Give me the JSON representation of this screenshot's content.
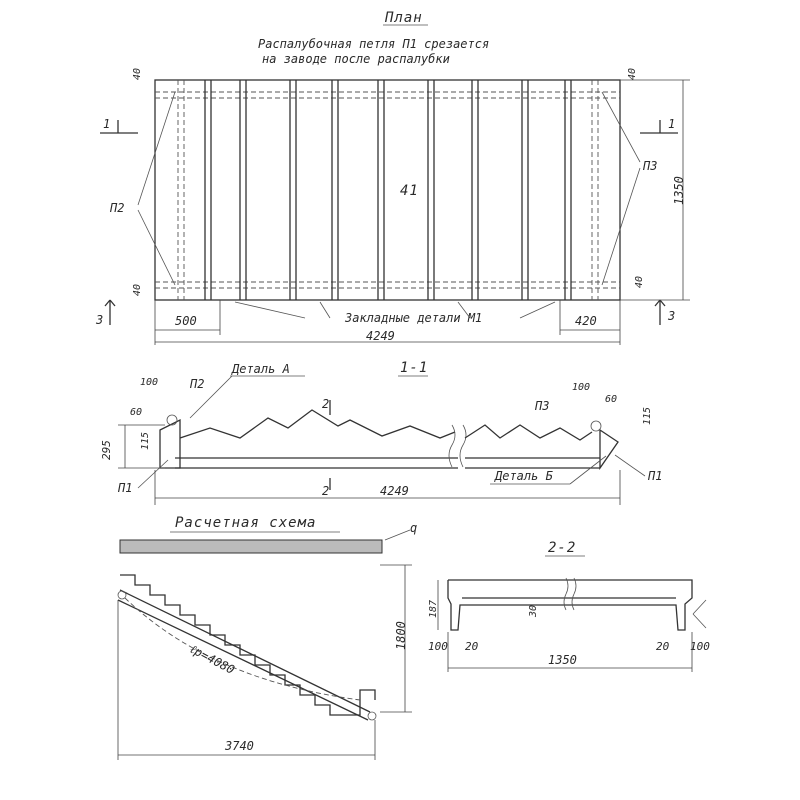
{
  "plan": {
    "title": "План",
    "note_line1": "Распалубочная петля П1 срезается",
    "note_line2": "на заводе после распалубки",
    "center_mark": "41",
    "label_p2": "П2",
    "label_p3": "П3",
    "embedded_label": "Закладные детали М1",
    "dim_total": "4249",
    "dim_left": "500",
    "dim_right": "420",
    "dim_height": "1350",
    "dim_edge": "40",
    "section_num": "1",
    "section_num_bottom": "3"
  },
  "section11": {
    "title": "1-1",
    "detail_a": "Деталь А",
    "detail_b": "Деталь Б",
    "label_p1": "П1",
    "label_p2": "П2",
    "label_p3": "П3",
    "dim_100": "100",
    "dim_60": "60",
    "dim_115": "115",
    "dim_295": "295",
    "dim_total": "4249",
    "mark_2": "2"
  },
  "scheme": {
    "title": "Расчетная схема",
    "load_label": "q",
    "span_label": "ℓр=4080",
    "dim_height": "1800",
    "dim_base": "3740"
  },
  "section22": {
    "title": "2-2",
    "dim_187": "187",
    "dim_30": "30",
    "dim_100_left": "100",
    "dim_20_left": "20",
    "dim_1350": "1350",
    "dim_20_right": "20",
    "dim_100_right": "100"
  }
}
